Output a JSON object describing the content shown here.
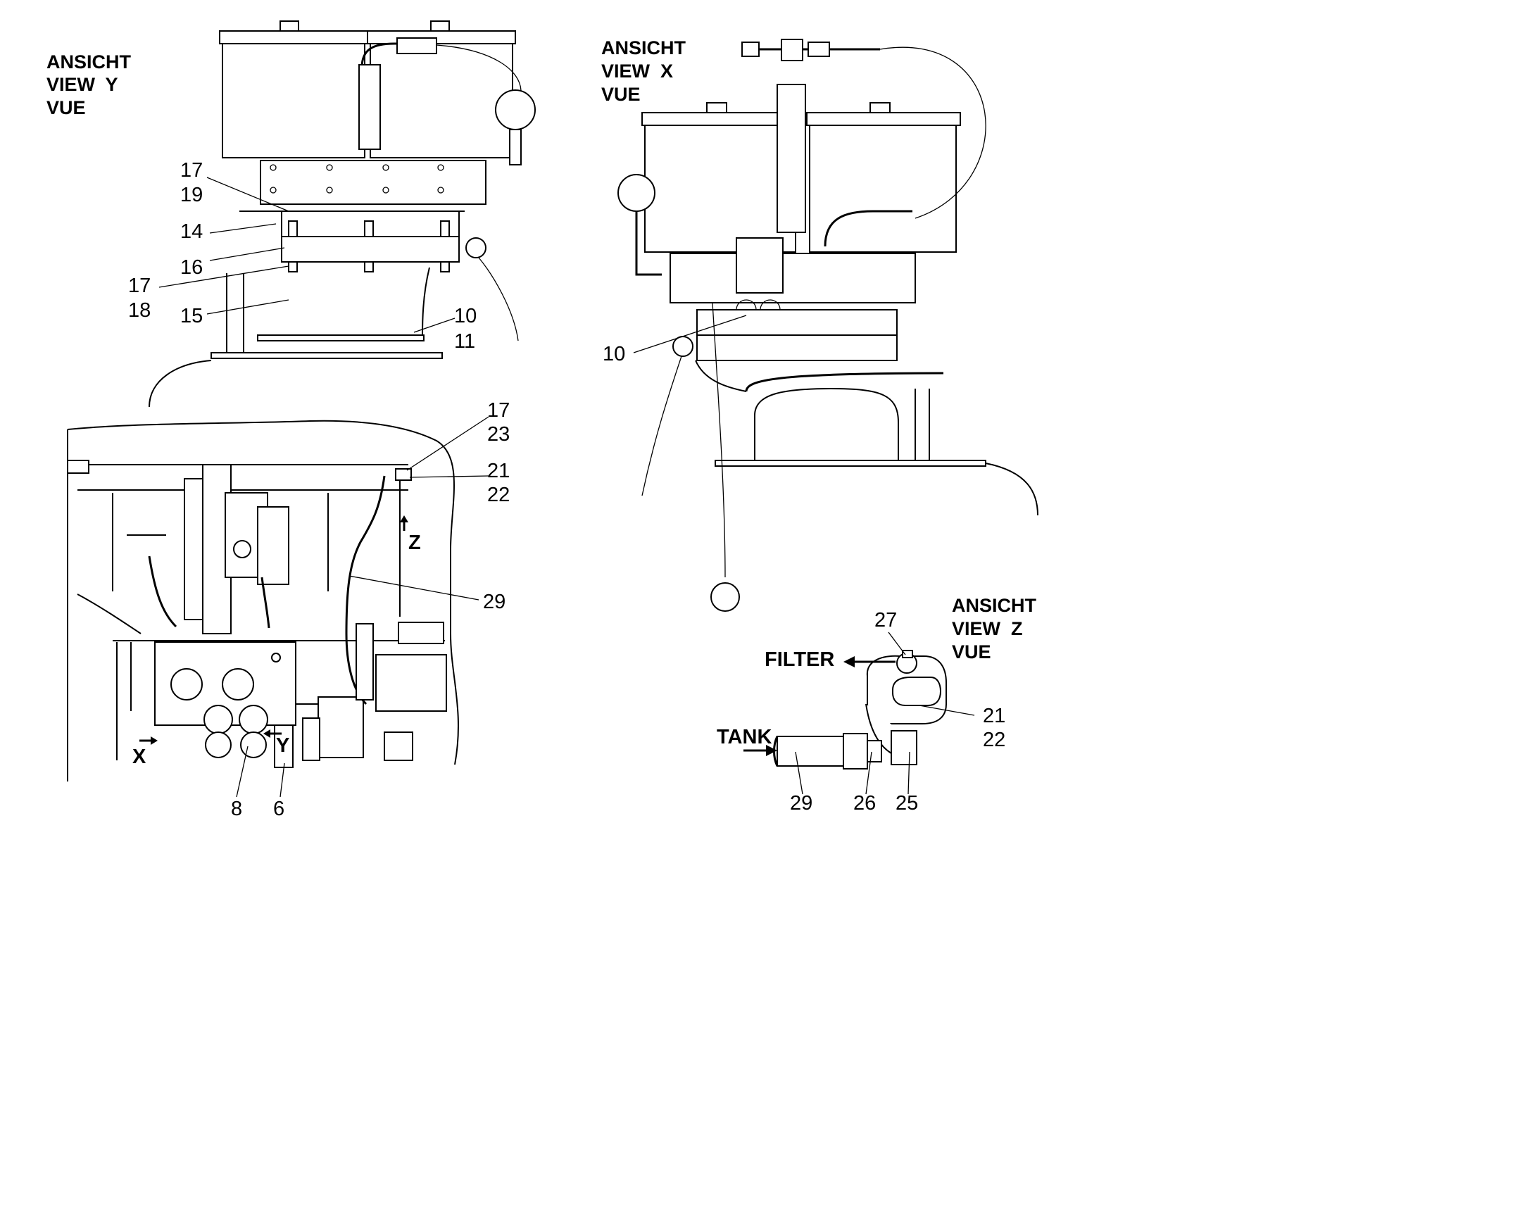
{
  "view_y": {
    "title": [
      "ANSICHT",
      "VIEW  Y",
      "VUE"
    ],
    "callouts": [
      "17",
      "19",
      "14",
      "16",
      "17",
      "18",
      "15",
      "10",
      "11"
    ]
  },
  "view_x": {
    "title": [
      "ANSICHT",
      "VIEW  X",
      "VUE"
    ],
    "callouts": [
      "10"
    ]
  },
  "overview": {
    "callouts": [
      "17",
      "23",
      "21",
      "22",
      "29",
      "8",
      "6"
    ],
    "view_markers": [
      "X",
      "Y",
      "Z"
    ]
  },
  "view_z": {
    "title": [
      "ANSICHT",
      "VIEW  Z",
      "VUE"
    ],
    "callouts": [
      "27",
      "21",
      "22",
      "29",
      "26",
      "25"
    ],
    "flow_labels": [
      "FILTER",
      "TANK"
    ]
  }
}
